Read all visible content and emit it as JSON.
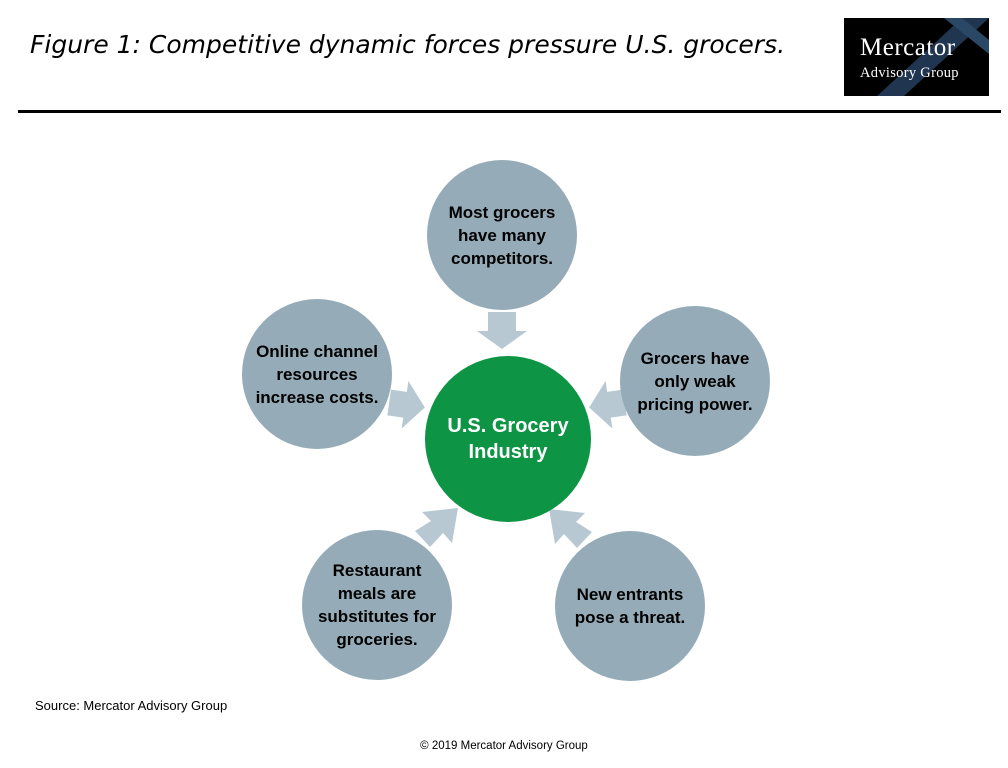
{
  "header": {
    "title": "Figure 1: Competitive dynamic forces pressure U.S. grocers.",
    "logo": {
      "line1": "Mercator",
      "line2": "Advisory Group"
    }
  },
  "diagram": {
    "center": "U.S. Grocery Industry",
    "forces": {
      "top": "Most grocers have many competitors.",
      "left": "Online channel resources increase costs.",
      "right": "Grocers have only weak pricing power.",
      "bottom_left": "Restaurant meals are substitutes for groceries.",
      "bottom_right": "New entrants pose a threat."
    },
    "colors": {
      "outer_circle": "#95acb8",
      "center_circle": "#0d9444",
      "arrow": "#b7c8d2"
    }
  },
  "footer": {
    "source": "Source: Mercator Advisory Group",
    "copyright": "© 2019 Mercator Advisory Group"
  }
}
